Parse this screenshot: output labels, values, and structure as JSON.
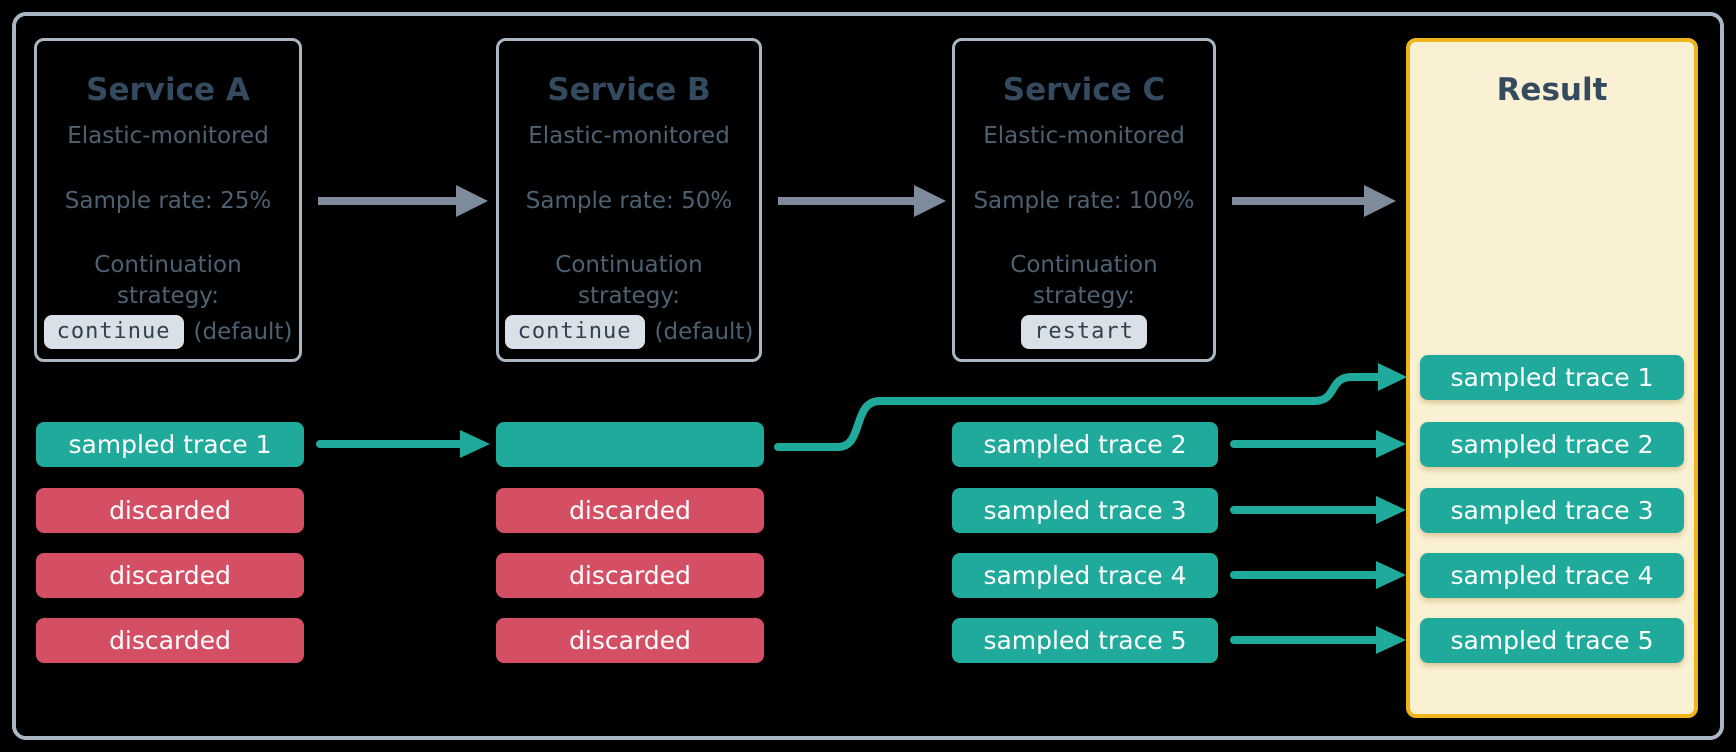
{
  "services": [
    {
      "title": "Service A",
      "monitored": "Elastic-monitored",
      "sample_rate": "Sample rate: 25%",
      "continuation_line1": "Continuation",
      "continuation_line2": "strategy:",
      "strategy_chip": "continue",
      "strategy_suffix": "(default)"
    },
    {
      "title": "Service B",
      "monitored": "Elastic-monitored",
      "sample_rate": "Sample rate: 50%",
      "continuation_line1": "Continuation",
      "continuation_line2": "strategy:",
      "strategy_chip": "continue",
      "strategy_suffix": "(default)"
    },
    {
      "title": "Service C",
      "monitored": "Elastic-monitored",
      "sample_rate": "Sample rate: 100%",
      "continuation_line1": "Continuation",
      "continuation_line2": "strategy:",
      "strategy_chip": "restart",
      "strategy_suffix": ""
    }
  ],
  "result": {
    "title": "Result"
  },
  "columns": {
    "a": {
      "row2": "sampled trace 1",
      "row3": "discarded",
      "row4": "discarded",
      "row5": "discarded"
    },
    "b": {
      "row2": "",
      "row3": "discarded",
      "row4": "discarded",
      "row5": "discarded"
    },
    "c": {
      "row2": "sampled trace 2",
      "row3": "sampled trace 3",
      "row4": "sampled trace 4",
      "row5": "sampled trace 5"
    },
    "result": {
      "row1": "sampled trace 1",
      "row2": "sampled trace 2",
      "row3": "sampled trace 3",
      "row4": "sampled trace 4",
      "row5": "sampled trace 5"
    }
  },
  "colors": {
    "sampled_teal": "#1faa9b",
    "discarded_red": "#d54f64",
    "result_fill_cream": "#faf1d4",
    "result_border_gold": "#f0b51d",
    "box_border_slate": "#a9b7c4",
    "flow_arrow_gray": "#7d8b9b",
    "title_text": "#344a5e",
    "body_text": "#4d6172",
    "chip_background": "#d9e0e8",
    "chip_text": "#32414f",
    "pill_text": "#ffffff"
  }
}
